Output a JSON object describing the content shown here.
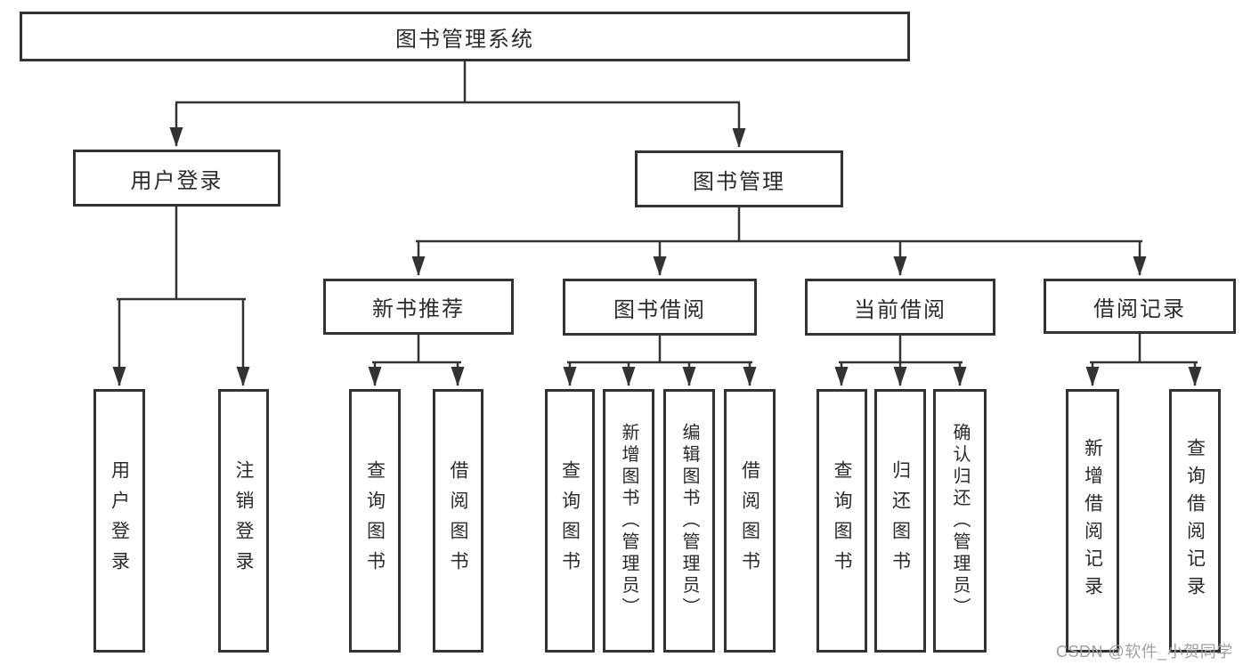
{
  "diagram": {
    "background": "#ffffff",
    "line_color": "#333333",
    "box_border_color": "#333333",
    "text_color": "#2b2b2b",
    "watermark": {
      "text": "CSDN @软件_小贺同学",
      "color": "#a0a0a0"
    },
    "root": {
      "label": "图书管理系统"
    },
    "level2": [
      {
        "label": "用户登录"
      },
      {
        "label": "图书管理"
      }
    ],
    "level3": [
      {
        "label": "新书推荐"
      },
      {
        "label": "图书借阅"
      },
      {
        "label": "当前借阅"
      },
      {
        "label": "借阅记录"
      }
    ],
    "leaves": [
      {
        "label": "用户登录"
      },
      {
        "label": "注销登录"
      },
      {
        "label": "查询图书"
      },
      {
        "label": "借阅图书"
      },
      {
        "label": "查询图书"
      },
      {
        "label": "新增图书（管理员）"
      },
      {
        "label": "编辑图书（管理员）"
      },
      {
        "label": "借阅图书"
      },
      {
        "label": "查询图书"
      },
      {
        "label": "归还图书"
      },
      {
        "label": "确认归还（管理员）"
      },
      {
        "label": "新增借阅记录"
      },
      {
        "label": "查询借阅记录"
      }
    ]
  }
}
